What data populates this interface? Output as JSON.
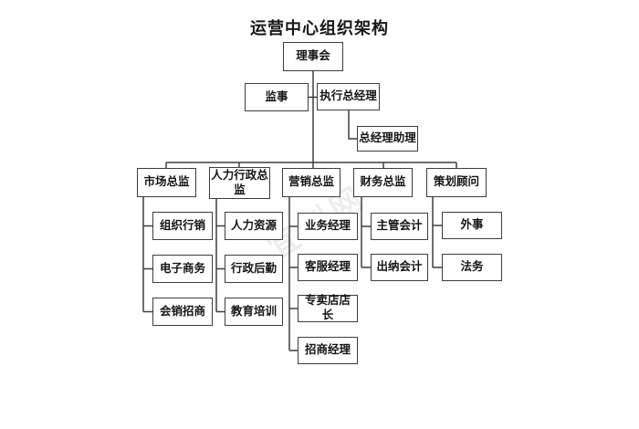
{
  "title": "运营中心组织架构",
  "watermark": "宜创网",
  "colors": {
    "line": "#3d3d3d",
    "box_border": "#3d3d3d",
    "box_bg": "#ffffff",
    "text": "#161616"
  },
  "nodes": {
    "board": "理事会",
    "supervisor": "监事",
    "exec_gm": "执行总经理",
    "gm_assistant": "总经理助理",
    "directors": [
      {
        "label": "市场总监",
        "children": [
          "组织行销",
          "电子商务",
          "会销招商"
        ]
      },
      {
        "label": "人力行政总监",
        "children": [
          "人力资源",
          "行政后勤",
          "教育培训"
        ]
      },
      {
        "label": "营销总监",
        "children": [
          "业务经理",
          "客服经理",
          "专卖店店长",
          "招商经理"
        ]
      },
      {
        "label": "财务总监",
        "children": [
          "主管会计",
          "出纳会计"
        ]
      },
      {
        "label": "策划顾问",
        "children": [
          "外事",
          "法务"
        ]
      }
    ]
  }
}
